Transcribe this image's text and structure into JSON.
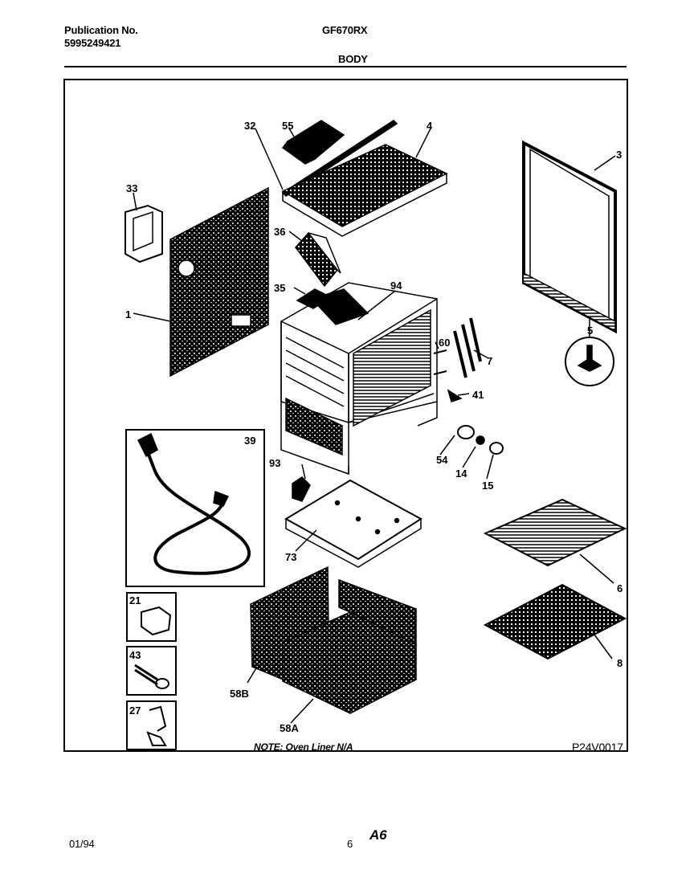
{
  "header": {
    "publication_label": "Publication No.",
    "publication_number": "5995249421",
    "model": "GF670RX",
    "section": "BODY"
  },
  "footer": {
    "date": "01/94",
    "page": "6",
    "page_mark": "A6"
  },
  "diagram": {
    "note": "NOTE: Oven Liner N/A",
    "code": "P24V0017",
    "callouts": [
      "32",
      "55",
      "4",
      "3",
      "33",
      "36",
      "1",
      "35",
      "94",
      "5",
      "60",
      "7",
      "41",
      "39",
      "93",
      "54",
      "14",
      "15",
      "73",
      "6",
      "21",
      "8",
      "43",
      "58B",
      "58A",
      "27"
    ]
  }
}
